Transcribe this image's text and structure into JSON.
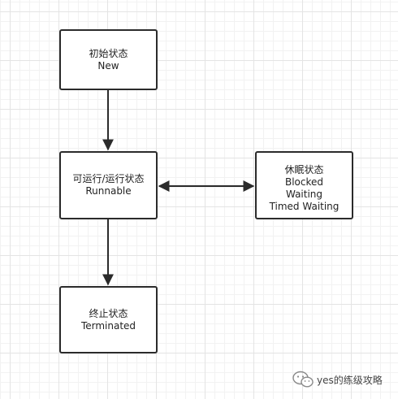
{
  "nodes": {
    "new": {
      "title": "初始状态",
      "subtitle": "New"
    },
    "runnable": {
      "title": "可运行/运行状态",
      "subtitle": "Runnable"
    },
    "sleeping": {
      "title": "休眠状态",
      "lines": [
        "Blocked",
        "Waiting",
        "Timed Waiting"
      ]
    },
    "terminated": {
      "title": "终止状态",
      "subtitle": "Terminated"
    }
  },
  "edges": [
    {
      "from": "new",
      "to": "runnable",
      "direction": "forward"
    },
    {
      "from": "runnable",
      "to": "sleeping",
      "direction": "both"
    },
    {
      "from": "runnable",
      "to": "terminated",
      "direction": "forward"
    }
  ],
  "colors": {
    "stroke": "#2b2b2b",
    "grid": "#e4e4e4"
  },
  "watermark": {
    "icon": "wechat-icon",
    "text": "yes的练级攻略"
  }
}
